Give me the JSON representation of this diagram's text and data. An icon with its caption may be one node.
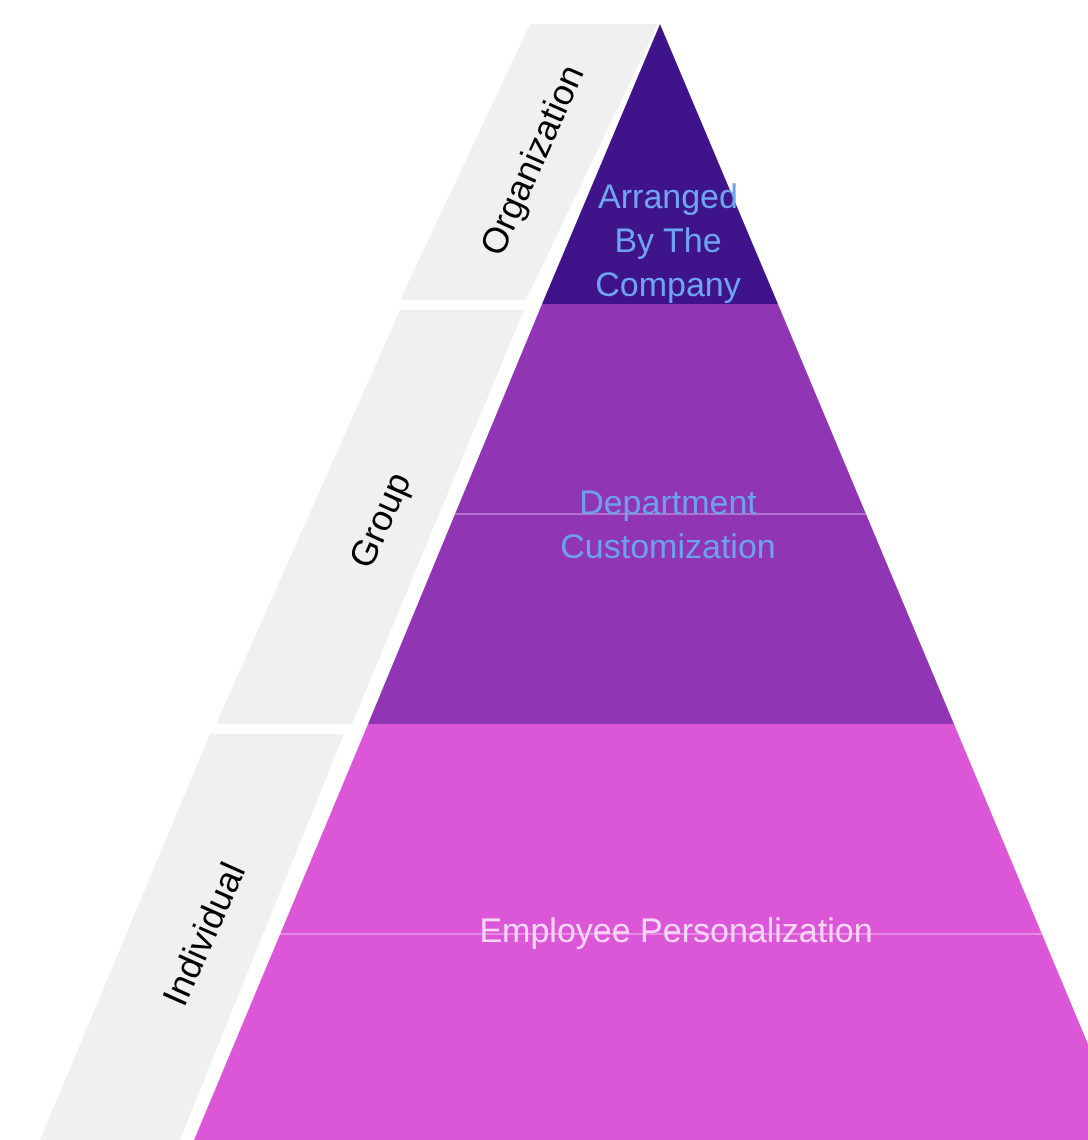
{
  "diagram": {
    "nodes": [
      {
        "text": [
          "Organization"
        ]
      },
      {
        "text": [
          "Arranged By The Company"
        ]
      },
      {
        "text": [
          "Group"
        ]
      },
      {
        "text": [
          "Department Customization"
        ]
      },
      {
        "text": [
          "Individual"
        ]
      },
      {
        "text": [
          "Employee Personalization"
        ]
      }
    ]
  }
}
